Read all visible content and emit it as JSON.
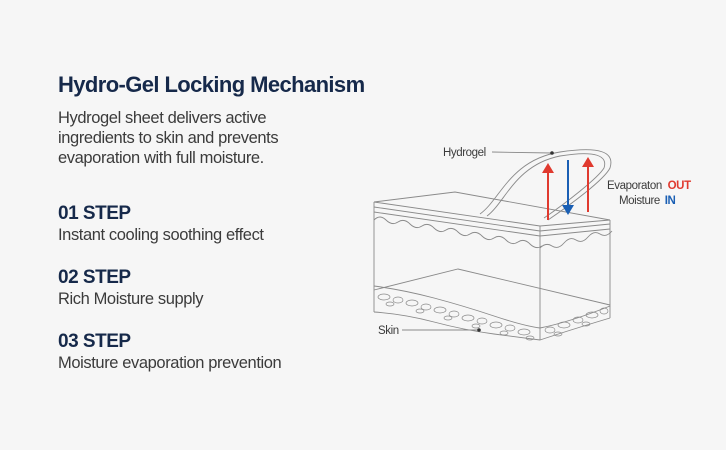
{
  "heading": "Hydro-Gel Locking Mechanism",
  "intro_lines": [
    "Hydrogel sheet delivers active",
    "ingredients to skin and prevents",
    "evaporation with full moisture."
  ],
  "steps": [
    {
      "title": "01 STEP",
      "description": "Instant cooling soothing effect"
    },
    {
      "title": "02 STEP",
      "description": "Rich Moisture supply"
    },
    {
      "title": "03 STEP",
      "description": "Moisture evaporation prevention"
    }
  ],
  "diagram": {
    "hydrogel_label": "Hydrogel",
    "skin_label": "Skin",
    "evaporation_label": "Evaporaton",
    "evaporation_direction": "OUT",
    "moisture_label": "Moisture",
    "moisture_direction": "IN",
    "colors": {
      "out": "#e03a2f",
      "in": "#1a5fb4",
      "line": "#8a8a8a"
    }
  }
}
